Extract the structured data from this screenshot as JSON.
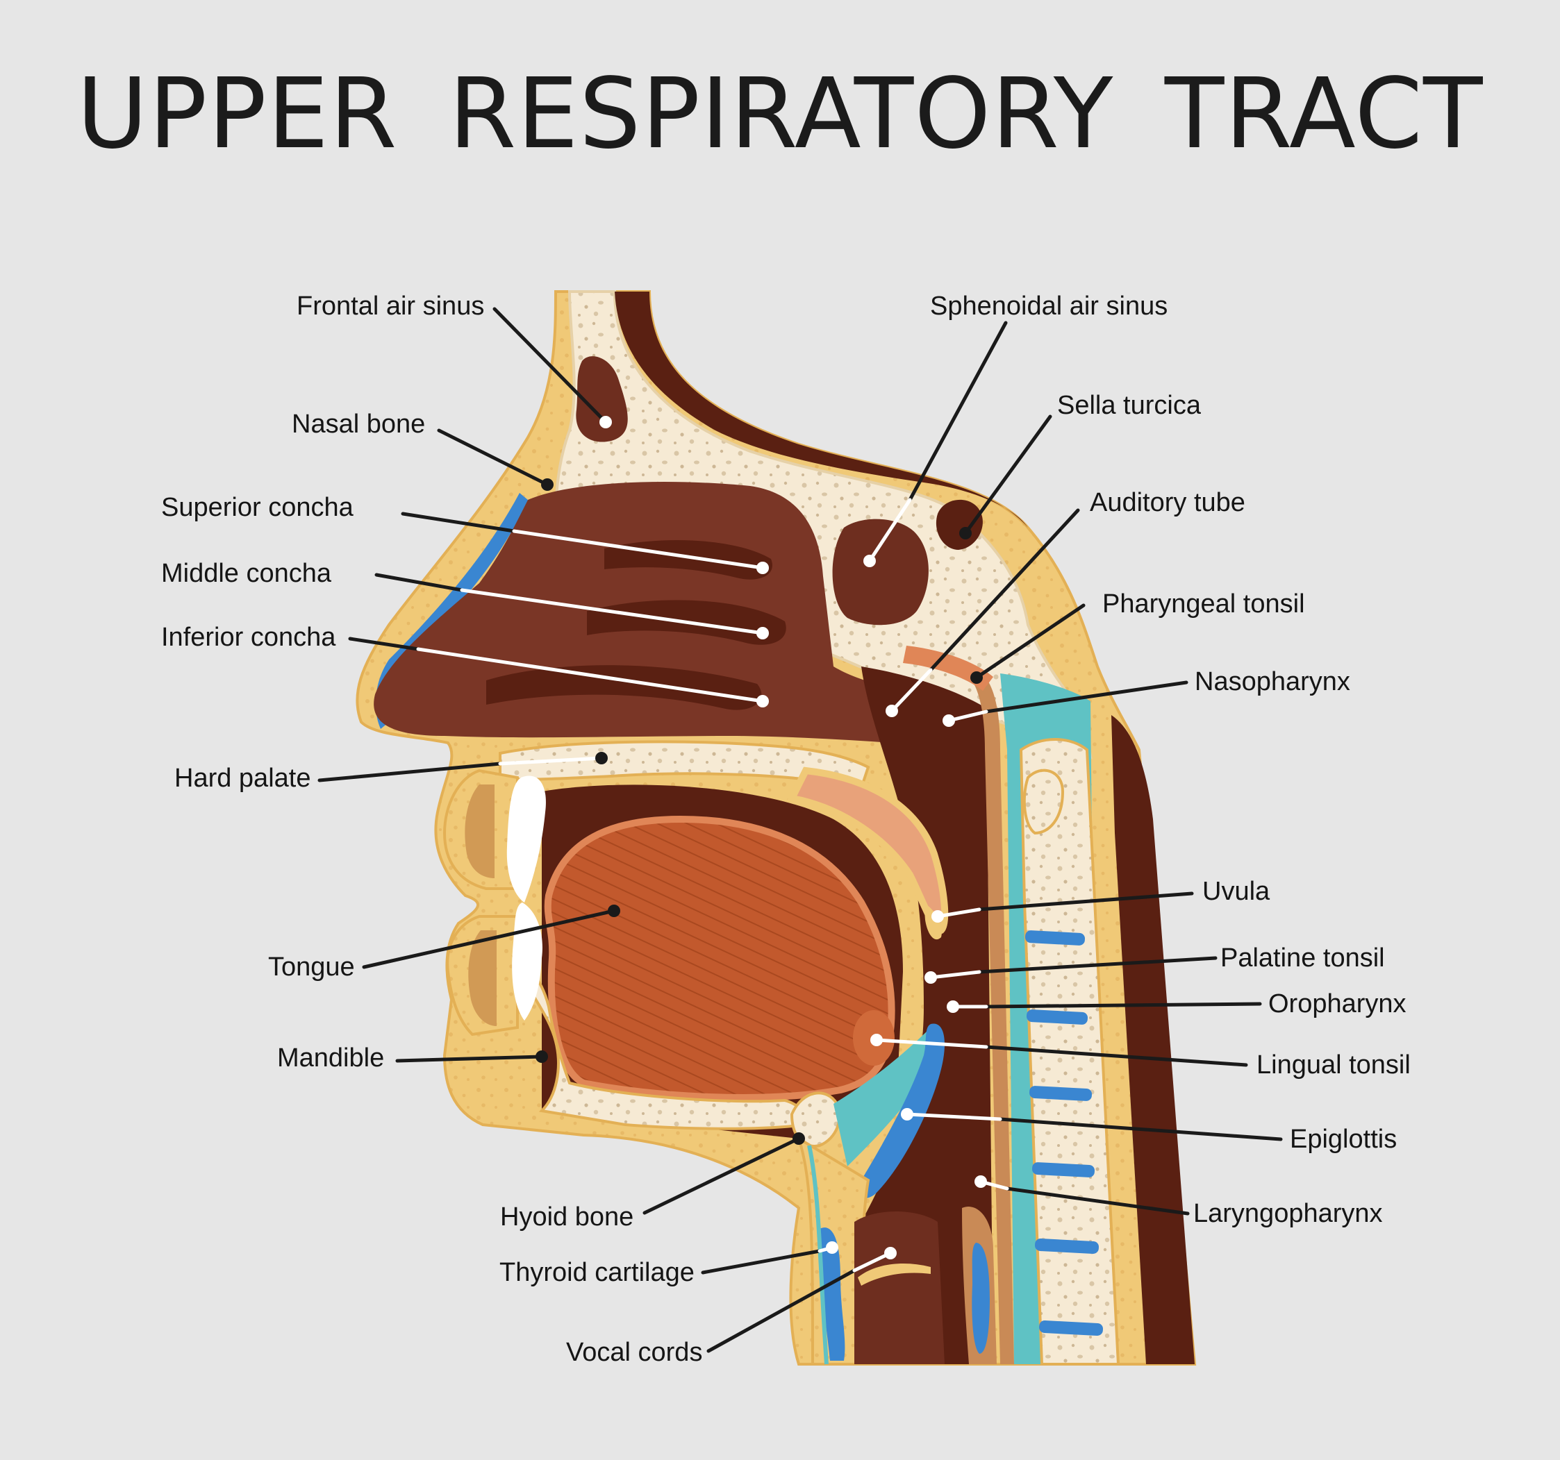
{
  "title": "UPPER  RESPIRATORY  TRACT",
  "colors": {
    "background": "#e6e6e6",
    "skin": "#f0c977",
    "skin_outline": "#e4b35a",
    "bone": "#f6ead4",
    "cavity_dark": "#5a2012",
    "cavity_mid": "#6e2e1f",
    "nasal_cavity": "#7a3626",
    "tongue": "#c2592d",
    "tongue_light": "#e08657",
    "cartilage_blue": "#3a86d1",
    "ligament_teal": "#5fc2c4",
    "tooth": "#ffffff"
  },
  "labels": [
    {
      "id": "frontal-air-sinus",
      "text": "Frontal air sinus"
    },
    {
      "id": "nasal-bone",
      "text": "Nasal bone"
    },
    {
      "id": "superior-concha",
      "text": "Superior concha"
    },
    {
      "id": "middle-concha",
      "text": "Middle concha"
    },
    {
      "id": "inferior-concha",
      "text": "Inferior concha"
    },
    {
      "id": "hard-palate",
      "text": "Hard palate"
    },
    {
      "id": "tongue",
      "text": "Tongue"
    },
    {
      "id": "mandible",
      "text": "Mandible"
    },
    {
      "id": "hyoid-bone",
      "text": "Hyoid bone"
    },
    {
      "id": "thyroid-cartilage",
      "text": "Thyroid cartilage"
    },
    {
      "id": "vocal-cords",
      "text": "Vocal cords"
    },
    {
      "id": "sphenoidal-air-sinus",
      "text": "Sphenoidal air sinus"
    },
    {
      "id": "sella-turcica",
      "text": "Sella turcica"
    },
    {
      "id": "auditory-tube",
      "text": "Auditory tube"
    },
    {
      "id": "pharyngeal-tonsil",
      "text": "Pharyngeal tonsil"
    },
    {
      "id": "nasopharynx",
      "text": "Nasopharynx"
    },
    {
      "id": "uvula",
      "text": "Uvula"
    },
    {
      "id": "palatine-tonsil",
      "text": "Palatine tonsil"
    },
    {
      "id": "oropharynx",
      "text": "Oropharynx"
    },
    {
      "id": "lingual-tonsil",
      "text": "Lingual tonsil"
    },
    {
      "id": "epiglottis",
      "text": "Epiglottis"
    },
    {
      "id": "laryngopharynx",
      "text": "Laryngopharynx"
    }
  ]
}
